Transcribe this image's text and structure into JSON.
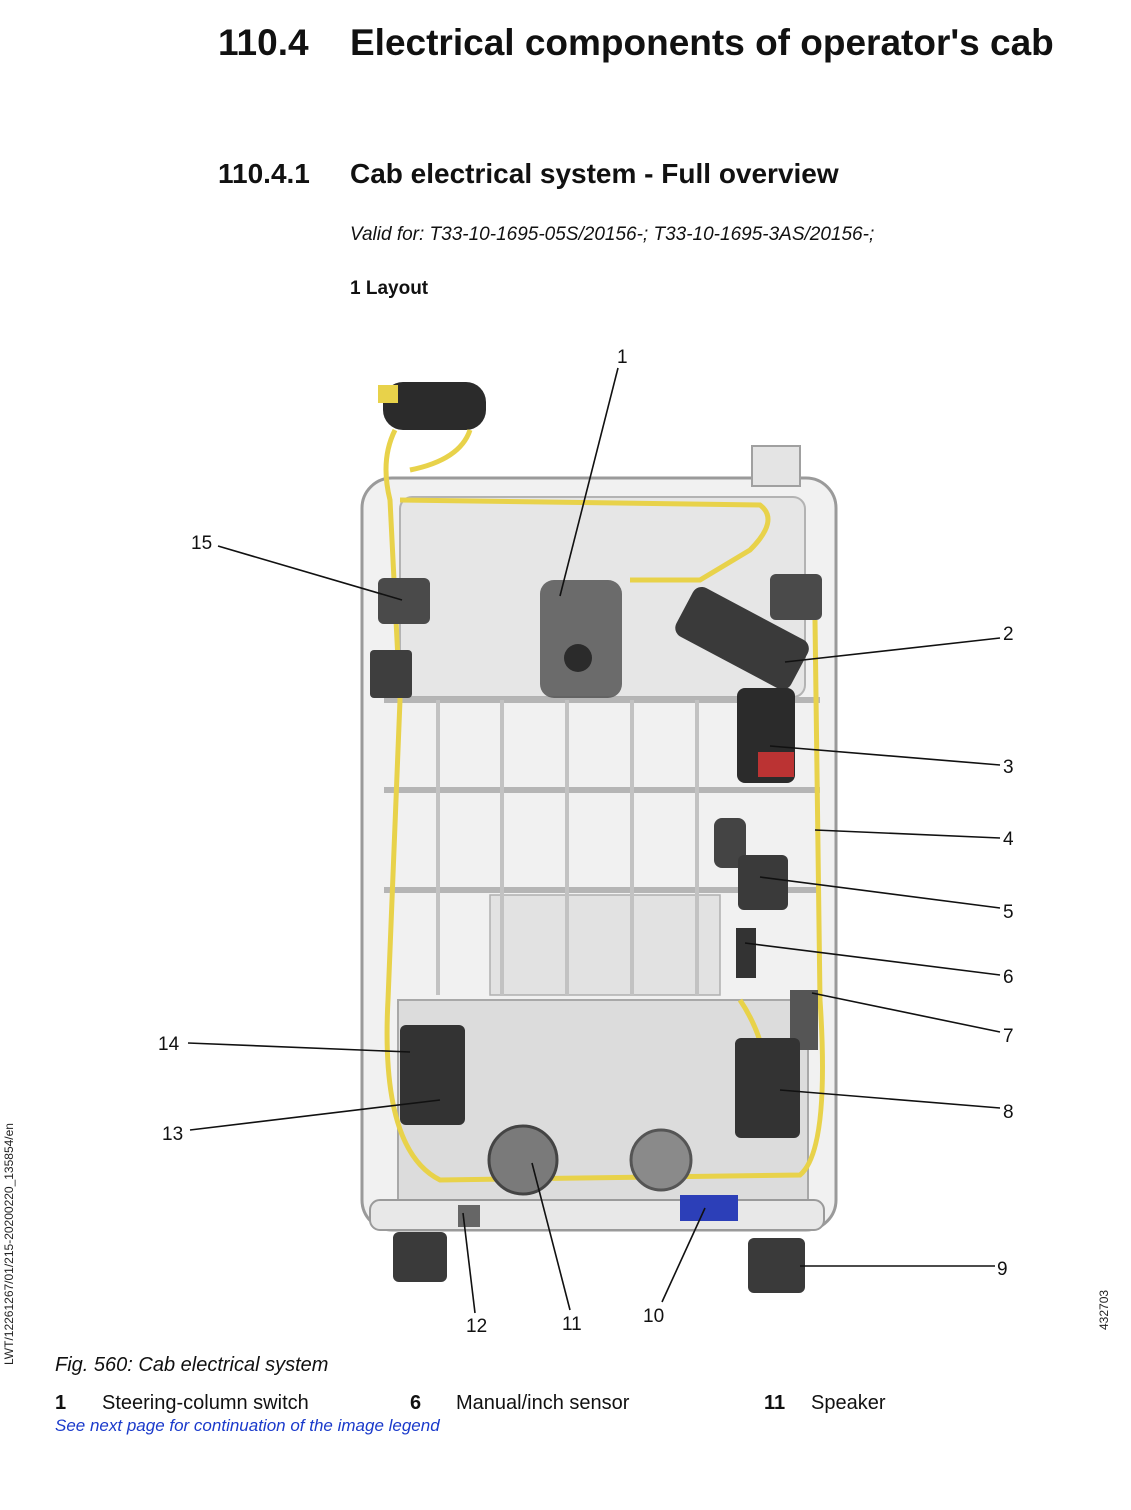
{
  "heading": {
    "number": "110.4",
    "title": "Electrical components of operator's cab"
  },
  "subheading": {
    "number": "110.4.1",
    "title": "Cab electrical system - Full overview"
  },
  "valid_for": "Valid for: T33-10-1695-05S/20156-; T33-10-1695-3AS/20156-;",
  "section_label": "1 Layout",
  "side_code": "LWT/12261267/01/215-20200220_135854/en",
  "image_id": "432703",
  "callouts": [
    "1",
    "2",
    "3",
    "4",
    "5",
    "6",
    "7",
    "8",
    "9",
    "10",
    "11",
    "12",
    "13",
    "14",
    "15"
  ],
  "figure_caption": "Fig. 560: Cab electrical system",
  "legend": [
    {
      "num": "1",
      "label": "Steering-column switch"
    },
    {
      "num": "6",
      "label": "Manual/inch sensor"
    },
    {
      "num": "11",
      "label": "Speaker"
    }
  ],
  "continuation_note": "See next page for continuation of the image legend",
  "colors": {
    "harness": "#e8d24a",
    "frame": "#9a9a9a",
    "dark": "#2b2b2b",
    "blue": "#2c3fb8",
    "link": "#1a3acb"
  }
}
